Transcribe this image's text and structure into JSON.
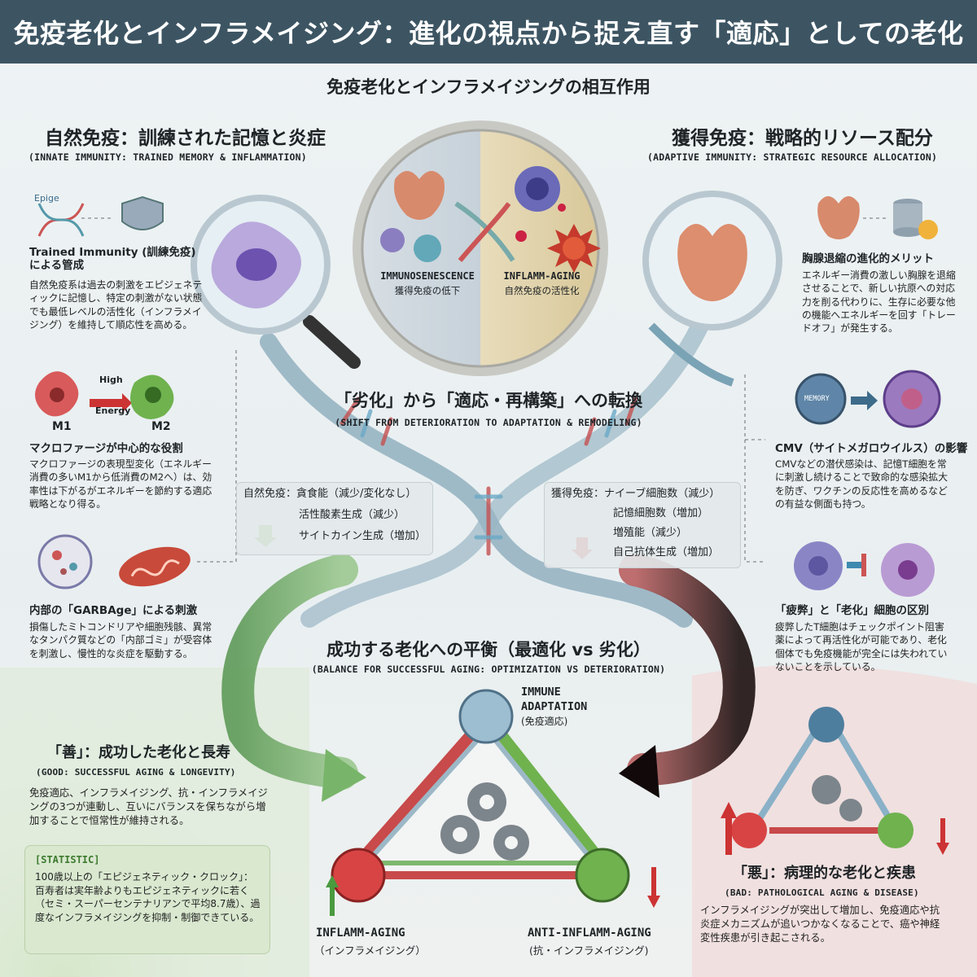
{
  "title": "免疫老化とインフラメイジング：進化の視点から捉え直す「適応」としての老化",
  "subtitle": "免疫老化とインフラメイジングの相互作用",
  "colors": {
    "header_bg": "#3d5563",
    "good": "#5ea34f",
    "bad": "#c23b3b",
    "accent": "#3f6f87"
  },
  "innate": {
    "title_jp": "自然免疫：訓練された記憶と炎症",
    "title_en": "(INNATE IMMUNITY: TRAINED MEMORY & INFLAMMATION)",
    "epigenetics_label": "Epige",
    "trained": {
      "heading": "Trained Immunity (訓練免疫) による管成",
      "text": "自然免疫系は過去の刺激をエピジェネティックに記憶し、特定の刺激がない状態でも最低レベルの活性化（インフラメイジング）を維持して順応性を高める。"
    },
    "macro": {
      "high": "High",
      "energy": "Energy",
      "m1": "M1",
      "m2": "M2",
      "heading": "マクロファージが中心的な役割",
      "text": "マクロファージの表現型変化（エネルギー消費の多いM1から低消費のM2へ）は、効率性は下がるがエネルギーを節約する適応戦略となり得る。"
    },
    "garbage": {
      "heading": "内部の「GARBAge」による刺激",
      "text": "損傷したミトコンドリアや細胞残骸、異常なタンパク質などの「内部ゴミ」が受容体を刺激し、慢性的な炎症を駆動する。"
    }
  },
  "center_circle": {
    "left_en": "IMMUNOSENESCENCE",
    "left_jp": "獲得免疫の低下",
    "right_en": "INFLAMM-AGING",
    "right_jp": "自然免疫の活性化"
  },
  "adaptive": {
    "title_jp": "獲得免疫：戦略的リソース配分",
    "title_en": "(ADAPTIVE IMMUNITY: STRATEGIC RESOURCE ALLOCATION)",
    "thymus": {
      "heading": "胸腺退縮の進化的メリット",
      "text": "エネルギー消費の激しい胸腺を退縮させることで、新しい抗原への対応力を削る代わりに、生存に必要な他の機能へエネルギーを回す「トレードオフ」が発生する。"
    },
    "memory_label": "MEMORY",
    "cmv": {
      "heading": "CMV（サイトメガロウイルス）の影響",
      "text": "CMVなどの潜伏感染は、記憶T細胞を常に刺激し続けることで致命的な感染拡大を防ぎ、ワクチンの反応性を高めるなどの有益な側面も持つ。"
    },
    "exhaustion": {
      "heading": "「疲弊」と「老化」細胞の区別",
      "text": "疲弊したT細胞はチェックポイント阻害薬によって再活性化が可能であり、老化個体でも免疫機能が完全には失われていないことを示している。"
    }
  },
  "shift": {
    "title_jp": "「劣化」から「適応・再構築」への転換",
    "title_en": "(SHIFT FROM DETERIORATION TO ADAPTATION & REMODELING)"
  },
  "innate_changes": [
    "自然免疫：貪食能（減少/変化なし）",
    "活性酸素生成（減少）",
    "サイトカイン生成（増加）"
  ],
  "adaptive_changes": [
    "獲得免疫：ナイーブ細胞数（減少）",
    "記憶細胞数（増加）",
    "増殖能（減少）",
    "自己抗体生成（増加）"
  ],
  "balance": {
    "title_jp": "成功する老化への平衡（最適化 vs 劣化）",
    "title_en": "(BALANCE FOR SUCCESSFUL AGING: OPTIMIZATION VS DETERIORATION)"
  },
  "triangle": {
    "top_en_1": "IMMUNE",
    "top_en_2": "ADAPTATION",
    "top_jp": "(免疫適応)",
    "left_en": "INFLAMM-AGING",
    "left_jp": "（インフラメイジング）",
    "right_en": "ANTI-INFLAMM-AGING",
    "right_jp": "(抗・インフラメイジング)"
  },
  "good": {
    "title_jp": "「善」：成功した老化と長寿",
    "title_en": "(GOOD: SUCCESSFUL AGING & LONGEVITY)",
    "text": "免疫適応、インフラメイジング、抗・インフラメイジングの3つが連動し、互いにバランスを保ちながら増加することで恒常性が維持される。"
  },
  "statistic": {
    "label": "[STATISTIC]",
    "text": "100歳以上の「エピジェネティック・クロック」：百寿者は実年齢よりもエピジェネティックに若く（セミ・スーパーセンテナリアンで平均8.7歳）、過度なインフラメイジングを抑制・制御できている。"
  },
  "bad": {
    "title_jp": "「悪」：病理的な老化と疾患",
    "title_en": "(BAD: PATHOLOGICAL AGING & DISEASE)",
    "text": "インフラメイジングが突出して増加し、免疫適応や抗炎症メカニズムが追いつかなくなることで、癌や神経変性疾患が引き起こされる。"
  }
}
